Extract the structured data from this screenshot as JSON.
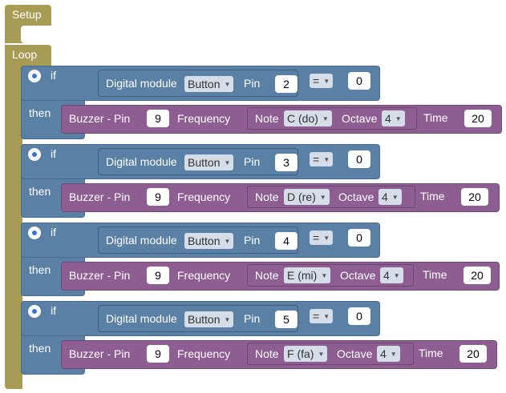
{
  "setup": {
    "label": "Setup"
  },
  "loop": {
    "label": "Loop"
  },
  "rows": [
    {
      "if_label": "if",
      "then_label": "then",
      "module_label": "Digital module",
      "module_type": "Button",
      "pin_label": "Pin",
      "pin_value": "2",
      "operator": "=",
      "compare_value": "0",
      "buzzer_label": "Buzzer - Pin",
      "buzzer_pin": "9",
      "frequency_label": "Frequency",
      "note_label": "Note",
      "note_value": "C (do)",
      "octave_label": "Octave",
      "octave_value": "4",
      "time_label": "Time",
      "time_value": "20"
    },
    {
      "if_label": "if",
      "then_label": "then",
      "module_label": "Digital module",
      "module_type": "Button",
      "pin_label": "Pin",
      "pin_value": "3",
      "operator": "=",
      "compare_value": "0",
      "buzzer_label": "Buzzer - Pin",
      "buzzer_pin": "9",
      "frequency_label": "Frequency",
      "note_label": "Note",
      "note_value": "D (re)",
      "octave_label": "Octave",
      "octave_value": "4",
      "time_label": "Time",
      "time_value": "20"
    },
    {
      "if_label": "if",
      "then_label": "then",
      "module_label": "Digital module",
      "module_type": "Button",
      "pin_label": "Pin",
      "pin_value": "4",
      "operator": "=",
      "compare_value": "0",
      "buzzer_label": "Buzzer - Pin",
      "buzzer_pin": "9",
      "frequency_label": "Frequency",
      "note_label": "Note",
      "note_value": "E (mi)",
      "octave_label": "Octave",
      "octave_value": "4",
      "time_label": "Time",
      "time_value": "20"
    },
    {
      "if_label": "if",
      "then_label": "then",
      "module_label": "Digital module",
      "module_type": "Button",
      "pin_label": "Pin",
      "pin_value": "5",
      "operator": "=",
      "compare_value": "0",
      "buzzer_label": "Buzzer - Pin",
      "buzzer_pin": "9",
      "frequency_label": "Frequency",
      "note_label": "Note",
      "note_value": "F (fa)",
      "octave_label": "Octave",
      "octave_value": "4",
      "time_label": "Time",
      "time_value": "20"
    }
  ],
  "colors": {
    "container": "#a79b55",
    "logic": "#5b80a5",
    "buzzer": "#8e5e93",
    "gear": "#3f6fd1"
  }
}
